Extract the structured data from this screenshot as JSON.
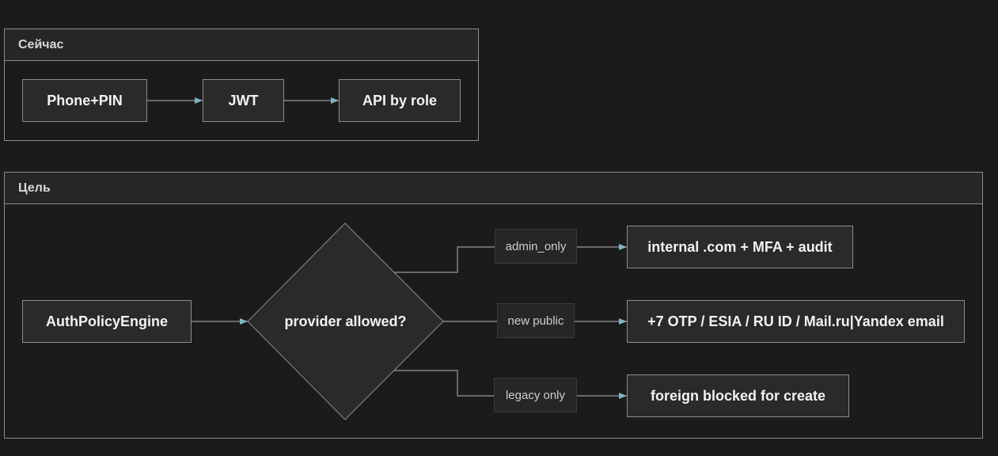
{
  "current": {
    "title": "Сейчас",
    "nodes": {
      "phone_pin": "Phone+PIN",
      "jwt": "JWT",
      "api_by_role": "API by role"
    }
  },
  "target": {
    "title": "Цель",
    "nodes": {
      "engine": "AuthPolicyEngine",
      "decision": "provider allowed?",
      "admin_result": "internal .com + MFA + audit",
      "public_result": "+7 OTP / ESIA / RU ID / Mail.ru|Yandex email",
      "legacy_result": "foreign blocked for create"
    },
    "edge_labels": {
      "admin": "admin_only",
      "public": "new public",
      "legacy": "legacy only"
    }
  },
  "colors": {
    "background": "#1b1b1b",
    "node_fill": "#2a2a2a",
    "border": "#8c8c8c",
    "edge_line": "#9a9a9a",
    "arrow_head": "#7fb3c8"
  }
}
